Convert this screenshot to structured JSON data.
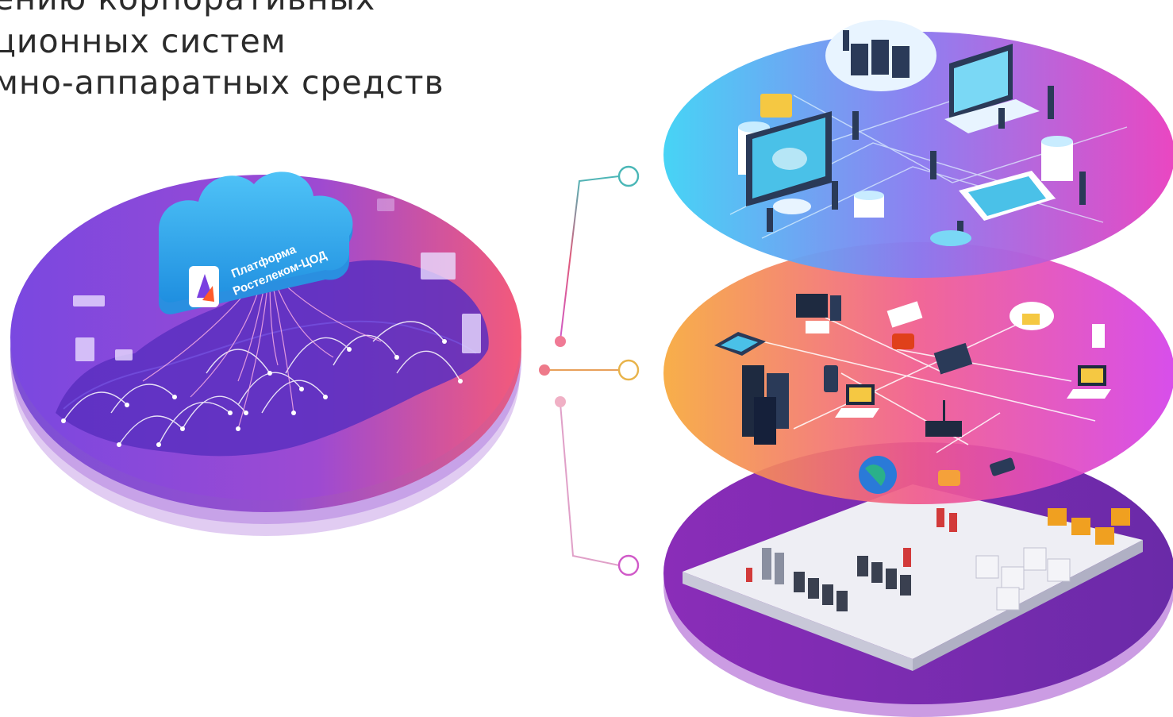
{
  "heading": {
    "line1": "ению корпоративных",
    "line2": "ционных систем",
    "line3": "мно-аппаратных средств"
  },
  "cloud": {
    "label_line1": "Платформа",
    "label_line2": "Ростелеком-ЦОД",
    "logo_icon": "rostelecom-logo-icon"
  },
  "layers": [
    {
      "name": "cloud-services-layer",
      "icon": "cloud-office-scene"
    },
    {
      "name": "network-devices-layer",
      "icon": "connected-devices-scene"
    },
    {
      "name": "datacenter-layer",
      "icon": "server-room-scene"
    }
  ],
  "colors": {
    "map_purple": "#6a3bd1",
    "map_pink": "#e8456e",
    "layer1_cyan": "#3fc8f2",
    "layer1_magenta": "#e23fbf",
    "layer2_orange": "#f5a13a",
    "layer2_magenta": "#d93fe6",
    "layer3_purple": "#7a2fb3",
    "connector_orange": "#e8b34a",
    "connector_teal": "#4ab7b7",
    "connector_pink": "#d86a9b"
  }
}
